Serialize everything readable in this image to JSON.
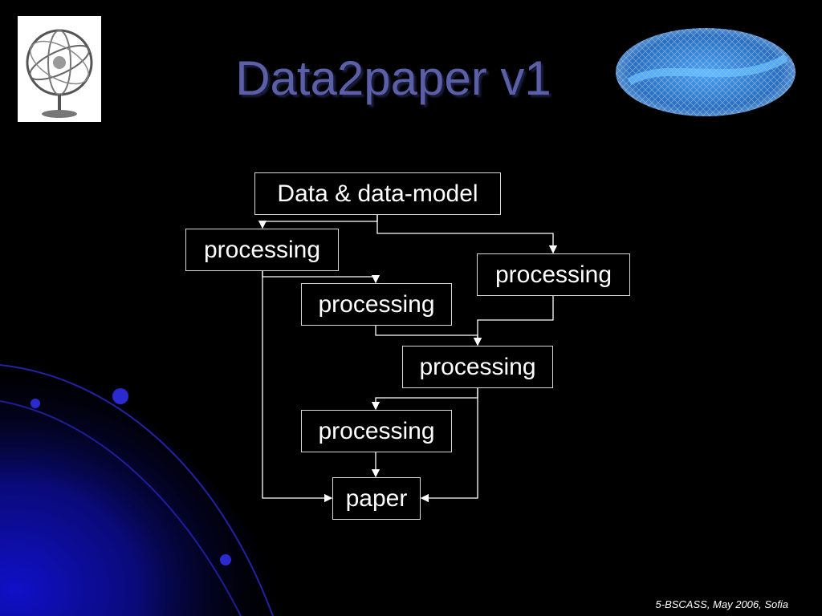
{
  "slide": {
    "title": "Data2paper v1",
    "footer": "5-BSCASS, May 2006, Sofia"
  },
  "diagram": {
    "nodes": {
      "data_model": "Data & data-model",
      "processing_left": "processing",
      "processing_right": "processing",
      "processing_middle": "processing",
      "processing_center": "processing",
      "processing_bottom": "processing",
      "paper": "paper"
    }
  },
  "images": {
    "armillary_sphere": "armillary-sphere-icon",
    "sky_map": "sky-map-icon"
  },
  "colors": {
    "background": "#000000",
    "title": "#5b5fa8",
    "node_border": "#d9d9d9",
    "node_text": "#ffffff",
    "edge": "#ffffff",
    "decor_blue": "#1a1aa8"
  }
}
